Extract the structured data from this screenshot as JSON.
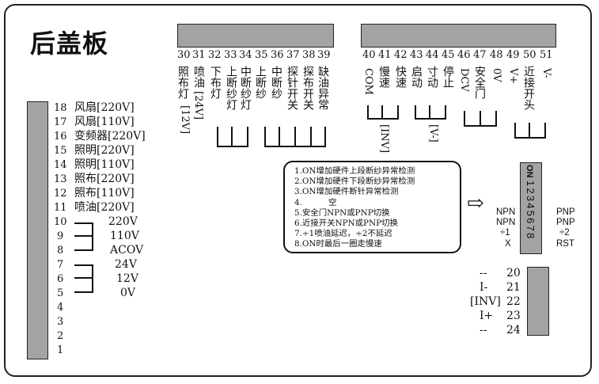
{
  "title": "后盖板",
  "top_terminals_a": [
    "30",
    "31",
    "32",
    "33",
    "34",
    "35",
    "36",
    "37",
    "38",
    "39"
  ],
  "top_terminals_b": [
    "40",
    "41",
    "42",
    "43",
    "44",
    "45",
    "46",
    "47",
    "48",
    "49",
    "50",
    "51"
  ],
  "top_labels": [
    {
      "id": "30",
      "text": "照布灯"
    },
    {
      "id": "31",
      "text": "喷油"
    },
    {
      "id": "32",
      "text": "下布灯"
    },
    {
      "id": "33",
      "text": "上断纱灯"
    },
    {
      "id": "34",
      "text": "中断纱灯"
    },
    {
      "id": "35",
      "text": "上断纱"
    },
    {
      "id": "36",
      "text": "中断纱"
    },
    {
      "id": "37",
      "text": "探针开关"
    },
    {
      "id": "38",
      "text": "探布开关"
    },
    {
      "id": "39",
      "text": "缺油异常"
    },
    {
      "id": "41",
      "text": "慢速"
    },
    {
      "id": "42",
      "text": "快速"
    },
    {
      "id": "43",
      "text": "启动"
    },
    {
      "id": "44",
      "text": "寸动"
    },
    {
      "id": "45",
      "text": "停止"
    },
    {
      "id": "47",
      "text": "安全门"
    },
    {
      "id": "50",
      "text": "近接开头"
    }
  ],
  "top_rot_labels": {
    "v24": "[24V]",
    "v12": "[12V]",
    "com": "COM",
    "inv": "[INV]",
    "vminus_b": "[V-]",
    "dcv": "DCV",
    "zero_v": "0V",
    "vplus": "V+",
    "vminus": "V-"
  },
  "left_terminals": [
    {
      "n": "18",
      "label": "风扇[220V]"
    },
    {
      "n": "17",
      "label": "风扇[110V]"
    },
    {
      "n": "16",
      "label": "变频器[220V]"
    },
    {
      "n": "15",
      "label": "照明[220V]"
    },
    {
      "n": "14",
      "label": "照明[110V]"
    },
    {
      "n": "13",
      "label": "照布[220V]"
    },
    {
      "n": "12",
      "label": "照布[110V]"
    },
    {
      "n": "11",
      "label": "喷油[220V]"
    },
    {
      "n": "10",
      "label": "220V"
    },
    {
      "n": "9",
      "label": "110V"
    },
    {
      "n": "8",
      "label": "ACOV"
    },
    {
      "n": "7",
      "label": "24V"
    },
    {
      "n": "6",
      "label": "12V"
    },
    {
      "n": "5",
      "label": "0V"
    },
    {
      "n": "4",
      "label": ""
    },
    {
      "n": "3",
      "label": ""
    },
    {
      "n": "2",
      "label": ""
    },
    {
      "n": "1",
      "label": ""
    }
  ],
  "notes": [
    "1.ON增加硬件上段断纱异常检测",
    "2.ON增加硬件下段断纱异常检测",
    "3.ON增加硬件断针异常检测",
    "4.          空",
    "5.安全门NPN或PNP切换",
    "6.近接开关NPN或PNP切换",
    "7.÷1喷油延迟，÷2不延迟",
    "8.ON时最后一圈走慢速"
  ],
  "dip": {
    "on_label": "ON",
    "numbers": "12345678",
    "left": [
      "NPN",
      "NPN",
      "÷1",
      "X"
    ],
    "right": [
      "PNP",
      "PNP",
      "÷2",
      "RST"
    ]
  },
  "right_terminals": [
    {
      "n": "20",
      "label": "--"
    },
    {
      "n": "21",
      "label": "I-"
    },
    {
      "n": "22",
      "label": "[INV]"
    },
    {
      "n": "23",
      "label": "I+"
    },
    {
      "n": "24",
      "label": "--"
    }
  ],
  "arrow": "⇨"
}
